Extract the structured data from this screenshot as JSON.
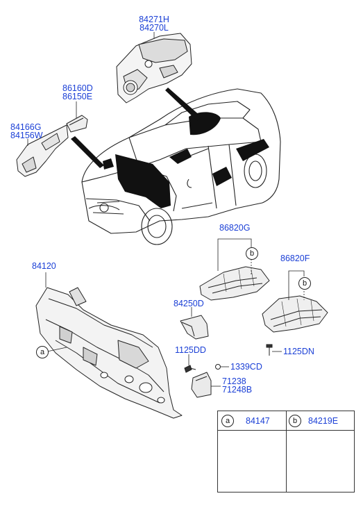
{
  "callouts": {
    "p84271": [
      "84271H",
      "84270L"
    ],
    "p86160": [
      "86160D",
      "86150E"
    ],
    "p84166": [
      "84166G",
      "84156W"
    ],
    "p86820g": "86820G",
    "p86820f": "86820F",
    "p84120": "84120",
    "p84250": "84250D",
    "p1125dd": "1125DD",
    "p1125dn": "1125DN",
    "p1339": "1339CD",
    "p71238": [
      "71238",
      "71248B"
    ]
  },
  "markers": {
    "a": "a",
    "b": "b"
  },
  "legend": {
    "cells": [
      {
        "marker": "a",
        "part": "84147"
      },
      {
        "marker": "b",
        "part": "84219E"
      }
    ]
  }
}
